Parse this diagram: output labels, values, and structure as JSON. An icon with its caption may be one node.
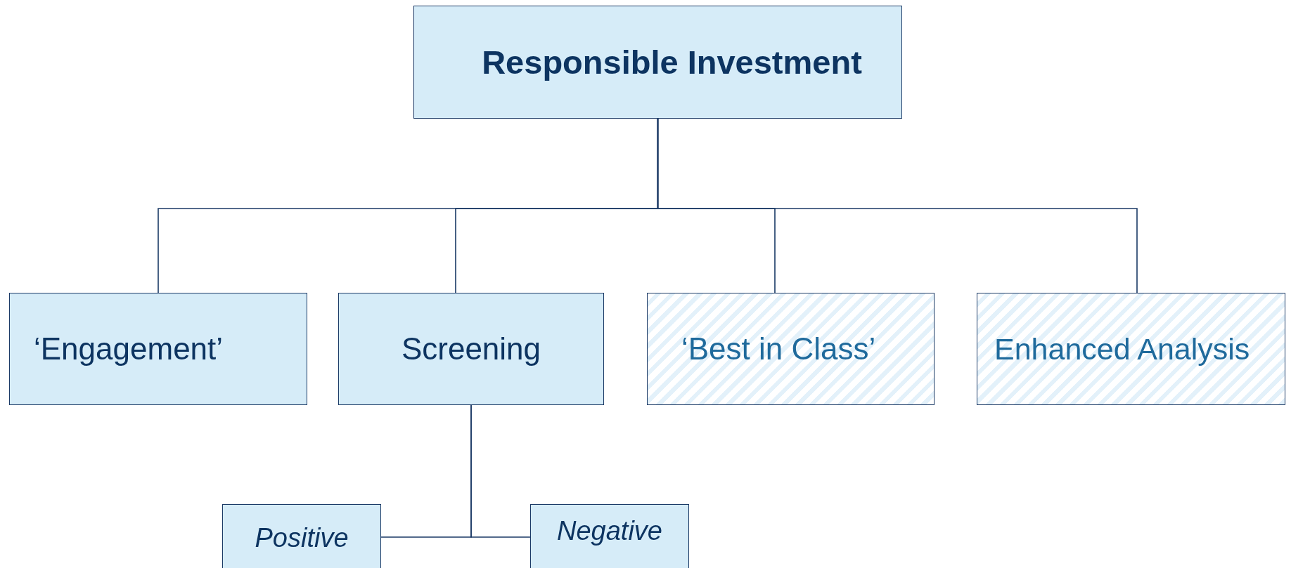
{
  "diagram": {
    "nodes": [
      {
        "text": [
          "Responsible Investment"
        ]
      },
      {
        "text": [
          "‘Engagement’"
        ]
      },
      {
        "text": [
          "Screening"
        ]
      },
      {
        "text": [
          "‘Best in Class’"
        ]
      },
      {
        "text": [
          "Enhanced Analysis"
        ]
      },
      {
        "text": [
          "Positive"
        ]
      },
      {
        "text": [
          "Negative"
        ]
      }
    ],
    "edges": [
      {
        "from": 0,
        "to": 1,
        "arrow": "none"
      },
      {
        "from": 0,
        "to": 2,
        "arrow": "none"
      },
      {
        "from": 0,
        "to": 3,
        "arrow": "none"
      },
      {
        "from": 0,
        "to": 4,
        "arrow": "none"
      },
      {
        "from": 2,
        "to": 5,
        "arrow": "none"
      },
      {
        "from": 2,
        "to": 6,
        "arrow": "none"
      }
    ]
  }
}
